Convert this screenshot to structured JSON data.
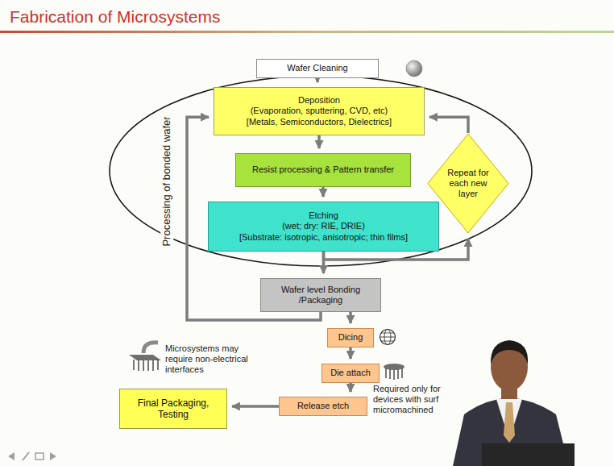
{
  "diagram": {
    "title": "Fabrication of Microsystems",
    "nodes": [
      {
        "text": [
          "Wafer Cleaning"
        ]
      },
      {
        "text": [
          "Deposition",
          "(Evaporation, sputtering, CVD, etc)",
          "[Metals, Semiconductors, Dielectrics]"
        ]
      },
      {
        "text": [
          "Resist processing & Pattern transfer"
        ]
      },
      {
        "text": [
          "Etching",
          "(wet; dry: RIE, DRIE)",
          "[Substrate: isotropic, anisotropic; thin films]"
        ]
      },
      {
        "text": [
          "Repeat for each new layer"
        ]
      },
      {
        "text": [
          "Wafer level Bonding /Packaging"
        ]
      },
      {
        "text": [
          "Dicing"
        ]
      },
      {
        "text": [
          "Die attach"
        ]
      },
      {
        "text": [
          "Release etch"
        ]
      },
      {
        "text": [
          "Final Packaging, Testing"
        ]
      }
    ],
    "edges": [
      {
        "from": 0,
        "to": 1,
        "arrow": "to"
      },
      {
        "from": 1,
        "to": 2,
        "arrow": "to"
      },
      {
        "from": 2,
        "to": 3,
        "arrow": "to"
      },
      {
        "from": 3,
        "to": 5,
        "arrow": "to"
      },
      {
        "from": 3,
        "to": 4,
        "arrow": "to"
      },
      {
        "from": 4,
        "to": 1,
        "arrow": "to"
      },
      {
        "from": 5,
        "to": 1,
        "arrow": "to"
      },
      {
        "from": 5,
        "to": 6,
        "arrow": "to"
      },
      {
        "from": 6,
        "to": 7,
        "arrow": "to"
      },
      {
        "from": 7,
        "to": 8,
        "arrow": "to"
      },
      {
        "from": 8,
        "to": 9,
        "arrow": "to"
      }
    ],
    "labels": [
      "Processing of bonded wafer",
      "Microsystems may require non-electrical interfaces",
      "Required only for devices with surf micromachined"
    ]
  }
}
